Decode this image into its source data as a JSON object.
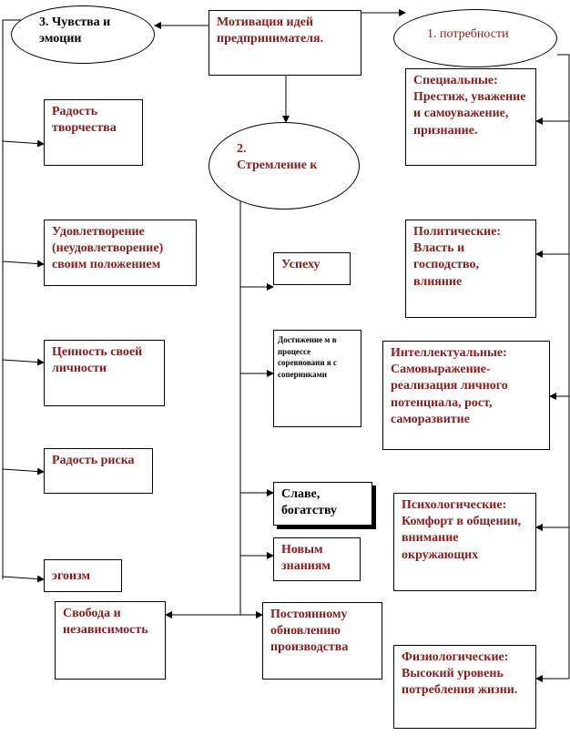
{
  "center": {
    "text": "Мотивация идей предпринимателя."
  },
  "feelings": {
    "text": "3. Чувства и эмоции"
  },
  "needs": {
    "text": "1. потребности"
  },
  "striving": {
    "text": "2. Стремление к"
  },
  "feelings_items": [
    "Радость творчества",
    "Удовлетворение (неудовлетворение) своим положением",
    "Ценность своей личности",
    "Радость риска",
    "эгоизм"
  ],
  "freedom": "Свобода и независимость",
  "striving_items": [
    "Успеху",
    "Достижение м в процессе соревновани я с соперниками",
    "Славе, богатству",
    "Новым знаниям",
    "Постоянному обновлению производства"
  ],
  "needs_items": [
    "Специальные: Престиж, уважение и самоуважение, признание.",
    "Политические: Власть и господство, влияние",
    "Интеллектуальные: Самовыражение- реализация личного потенциала, рост, саморазвитие",
    "Психологические: Комфорт в общении, внимание окружающих",
    "Физиологические: Высокий уровень потребления жизни."
  ]
}
